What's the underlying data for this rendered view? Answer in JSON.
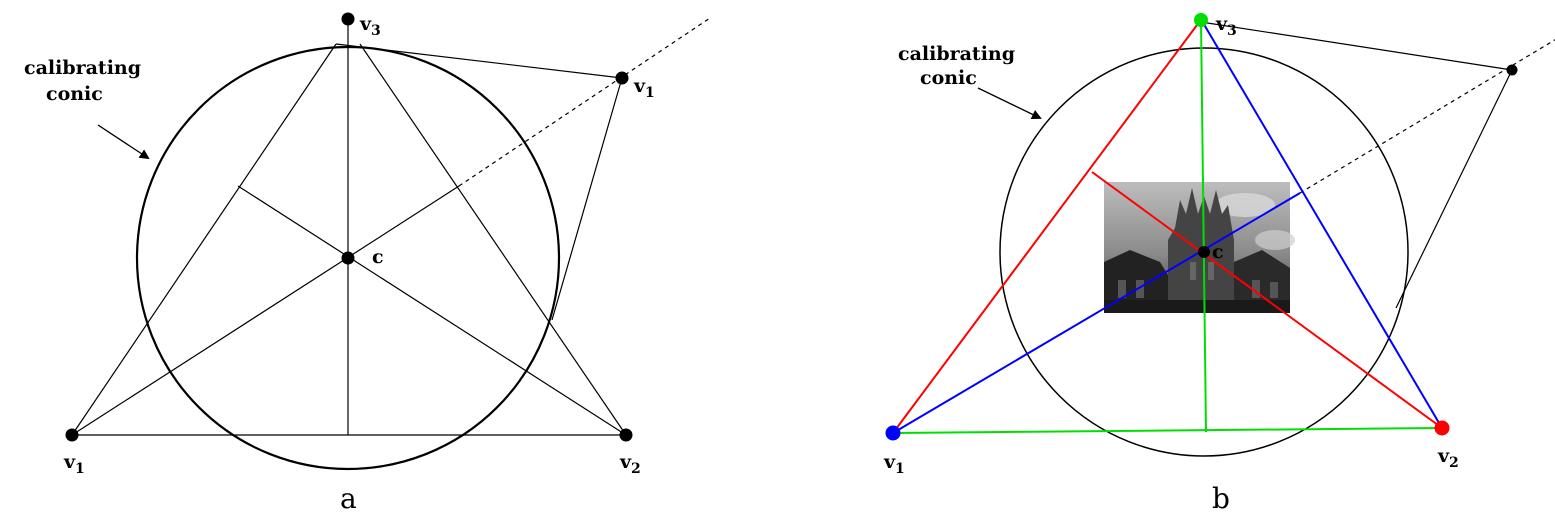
{
  "panels": {
    "a": {
      "letter": "a",
      "callout": {
        "line1": "calibrating",
        "line2": "conic"
      },
      "labels": {
        "v3": {
          "name": "v",
          "sub": "3"
        },
        "v1_far": {
          "name": "v",
          "sub": "1"
        },
        "v1": {
          "name": "v",
          "sub": "1"
        },
        "v2": {
          "name": "v",
          "sub": "2"
        },
        "c": "c"
      }
    },
    "b": {
      "letter": "b",
      "callout": {
        "line1": "calibrating",
        "line2": "conic"
      },
      "labels": {
        "v3": {
          "name": "v",
          "sub": "3"
        },
        "v1": {
          "name": "v",
          "sub": "1"
        },
        "v2": {
          "name": "v",
          "sub": "2"
        },
        "c": "c"
      },
      "colors": {
        "red": "#ff0000",
        "green": "#00e000",
        "blue": "#0000ff",
        "black": "#000000"
      }
    }
  }
}
